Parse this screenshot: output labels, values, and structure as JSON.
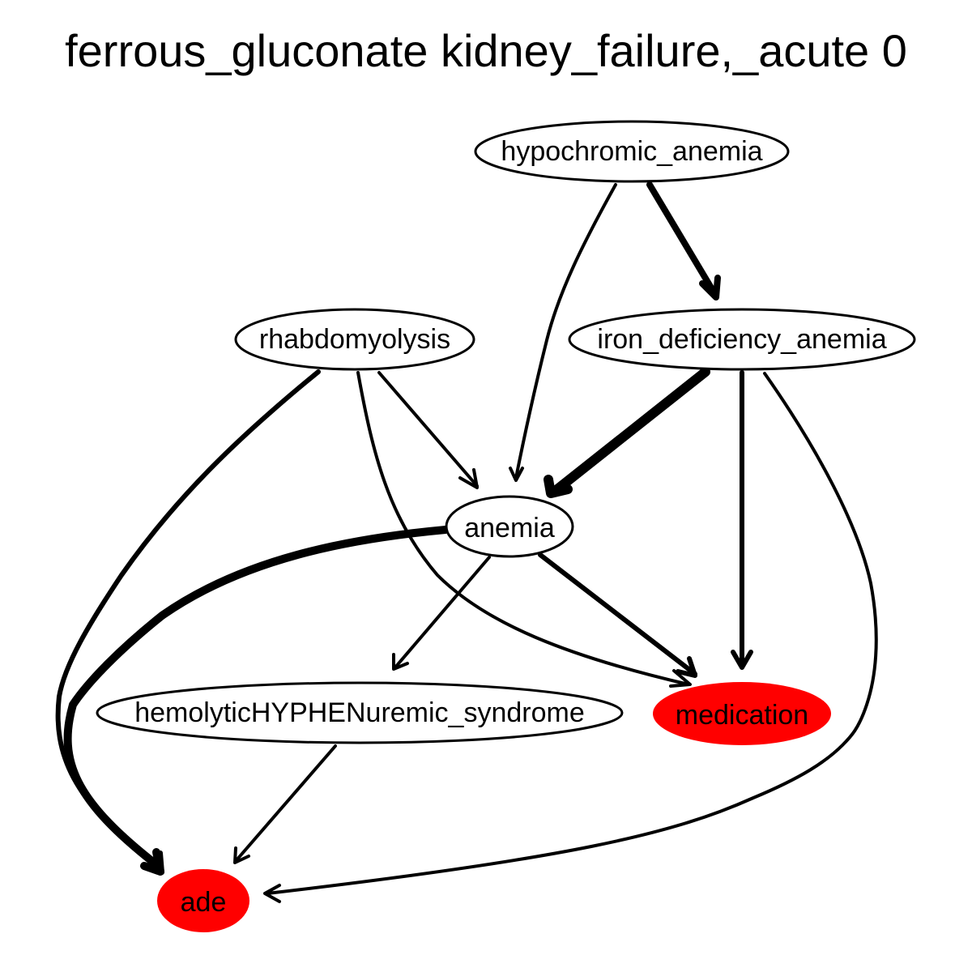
{
  "title": "ferrous_gluconate kidney_failure,_acute 0",
  "colors": {
    "highlight": "#ff0000",
    "plain": "#ffffff",
    "stroke": "#000000"
  },
  "nodes": {
    "hypochromic_anemia": {
      "label": "hypochromic_anemia",
      "highlighted": false
    },
    "rhabdomyolysis": {
      "label": "rhabdomyolysis",
      "highlighted": false
    },
    "iron_deficiency_anemia": {
      "label": "iron_deficiency_anemia",
      "highlighted": false
    },
    "anemia": {
      "label": "anemia",
      "highlighted": false
    },
    "hemolytic_uremic_syndrome": {
      "label": "hemolyticHYPHENuremic_syndrome",
      "highlighted": false
    },
    "medication": {
      "label": "medication",
      "highlighted": true
    },
    "ade": {
      "label": "ade",
      "highlighted": true
    }
  },
  "edges": [
    {
      "from": "hypochromic_anemia",
      "to": "anemia",
      "weight": 1
    },
    {
      "from": "hypochromic_anemia",
      "to": "iron_deficiency_anemia",
      "weight": 3
    },
    {
      "from": "rhabdomyolysis",
      "to": "ade",
      "weight": 2
    },
    {
      "from": "rhabdomyolysis",
      "to": "medication",
      "weight": 1
    },
    {
      "from": "rhabdomyolysis",
      "to": "anemia",
      "weight": 1
    },
    {
      "from": "iron_deficiency_anemia",
      "to": "anemia",
      "weight": 5
    },
    {
      "from": "iron_deficiency_anemia",
      "to": "medication",
      "weight": 2
    },
    {
      "from": "iron_deficiency_anemia",
      "to": "ade",
      "weight": 1
    },
    {
      "from": "anemia",
      "to": "ade",
      "weight": 4
    },
    {
      "from": "anemia",
      "to": "hemolytic_uremic_syndrome",
      "weight": 1
    },
    {
      "from": "anemia",
      "to": "medication",
      "weight": 2
    },
    {
      "from": "hemolytic_uremic_syndrome",
      "to": "ade",
      "weight": 1
    }
  ]
}
